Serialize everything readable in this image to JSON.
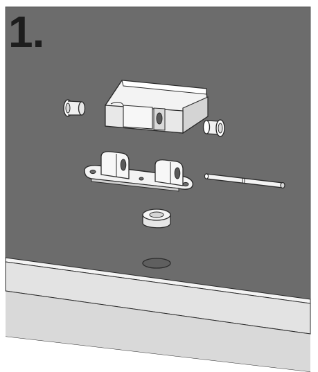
{
  "step": {
    "label": "1."
  },
  "colors": {
    "panel": "#6c6c6c",
    "frame_light": "#e4e4e4",
    "frame_mid": "#d6d6d6",
    "outline": "#2b2b2b",
    "part_fill": "#f3f3f3",
    "part_shade": "#cfcfcf"
  },
  "parts": [
    {
      "name": "hinge-cover",
      "icon": "hinge-cover-icon"
    },
    {
      "name": "left-bushing",
      "icon": "bushing-icon"
    },
    {
      "name": "right-bushing",
      "icon": "bushing-icon"
    },
    {
      "name": "hinge-plate",
      "icon": "hinge-plate-icon"
    },
    {
      "name": "hinge-pin",
      "icon": "pin-icon"
    },
    {
      "name": "magnet",
      "icon": "magnet-icon"
    },
    {
      "name": "mounting-hole",
      "icon": "hole-icon"
    }
  ]
}
